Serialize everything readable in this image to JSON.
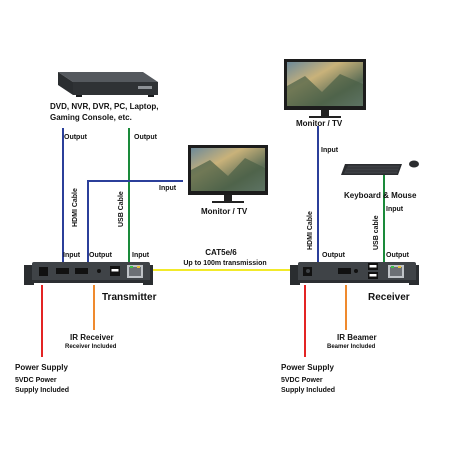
{
  "labels": {
    "sources": "DVD, NVR, DVR, PC, Laptop,",
    "sources2": "Gaming Console, etc.",
    "output_src_hdmi": "Output",
    "output_src_usb": "Output",
    "input_tx_hdmi": "Input",
    "output_tx_usb": "Output",
    "input_tx_rj": "Input",
    "hdmi_cable_tx": "HDMI Cable",
    "usb_cable_tx": "USB Cable",
    "input_monitor_tx": "Input",
    "monitor_tx": "Monitor / TV",
    "cat": "CAT5e/6",
    "cat_sub": "Up to 100m transmission",
    "transmitter": "Transmitter",
    "ir_receiver": "IR Receiver",
    "ir_receiver_sub": "Receiver Included",
    "power_tx": "Power Supply",
    "power_tx_sub1": "5VDC Power",
    "power_tx_sub2": "Supply Included",
    "monitor_rx": "Monitor / TV",
    "input_monitor_rx": "Input",
    "keyboard_mouse": "Keyboard & Mouse",
    "input_kb": "Input",
    "hdmi_cable_rx": "HDMI Cable",
    "usb_cable_rx": "USB cable",
    "output_rx_hdmi": "Output",
    "output_rx_usb": "Output",
    "receiver": "Receiver",
    "ir_beamer": "IR Beamer",
    "ir_beamer_sub": "Beamer Included",
    "power_rx": "Power Supply",
    "power_rx_sub1": "5VDC Power",
    "power_rx_sub2": "Supply Included"
  },
  "colors": {
    "hdmi_line": "#2b3f9a",
    "usb_line": "#1a8a3a",
    "cat_line": "#f2ea2a",
    "ir_line": "#ef8a2e",
    "power_line": "#e32424",
    "device": "#3f4347"
  },
  "icons": [
    "dvr-box-icon",
    "monitor-icon",
    "keyboard-icon",
    "mouse-icon",
    "transmitter-icon",
    "receiver-icon"
  ]
}
